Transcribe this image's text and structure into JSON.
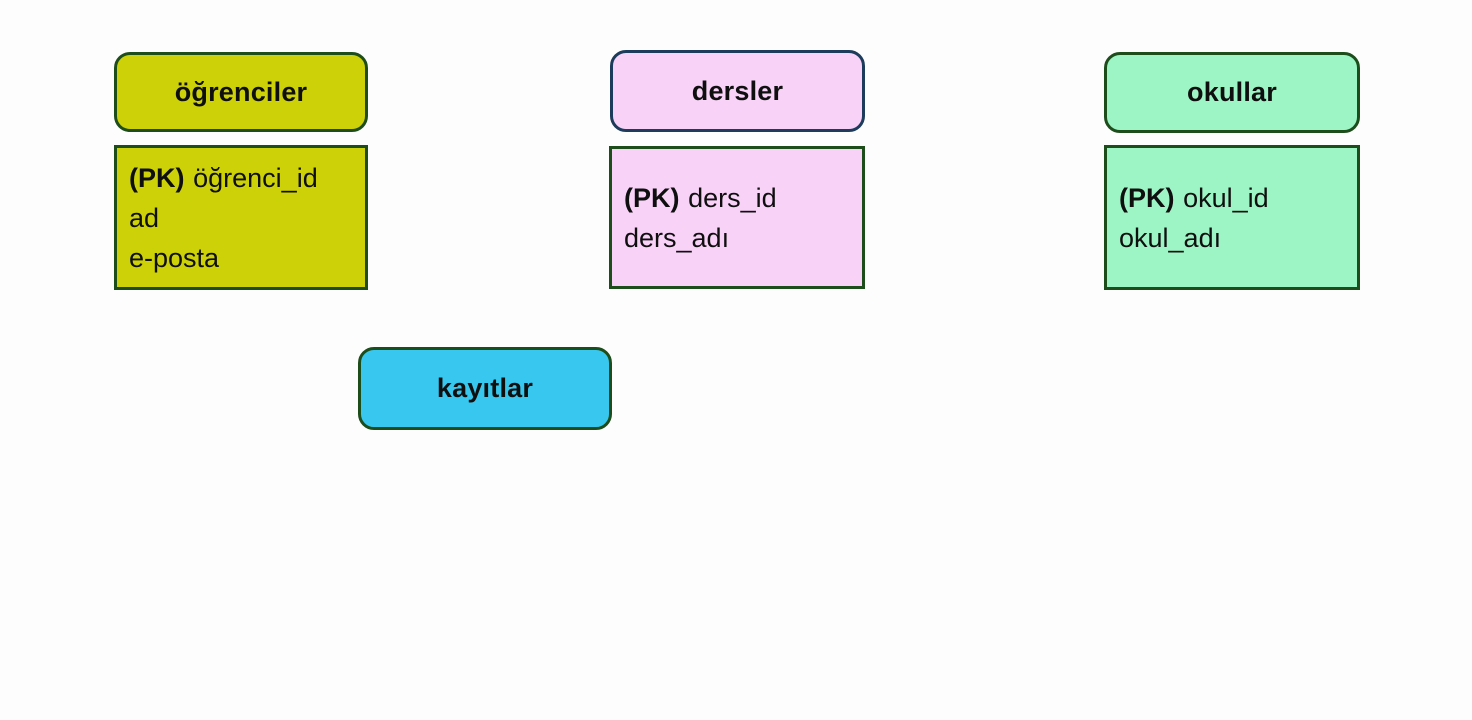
{
  "diagram": {
    "background": "#fdfdfd",
    "text_color": "#0f0f0f",
    "pk_prefix_label": "(PK)",
    "entities": [
      {
        "id": "ogrenciler",
        "title": "öğrenciler",
        "fill": "#cdd107",
        "header_border": "#1e4d1c",
        "body_border": "#1e4d1c",
        "fields": [
          {
            "pk": "(PK)",
            "name": "öğrenci_id"
          },
          {
            "pk": "",
            "name": "ad"
          },
          {
            "pk": "",
            "name": "e-posta"
          }
        ]
      },
      {
        "id": "dersler",
        "title": "dersler",
        "fill": "#f9d2f8",
        "header_border": "#1d3b5a",
        "body_border": "#1e4d1c",
        "fields": [
          {
            "pk": "(PK)",
            "name": "ders_id"
          },
          {
            "pk": "",
            "name": "ders_adı"
          }
        ]
      },
      {
        "id": "okullar",
        "title": "okullar",
        "fill": "#9df5c5",
        "header_border": "#1e4d1c",
        "body_border": "#1e4d1c",
        "fields": [
          {
            "pk": "(PK)",
            "name": "okul_id"
          },
          {
            "pk": "",
            "name": "okul_adı"
          }
        ]
      },
      {
        "id": "kayitlar",
        "title": "kayıtlar",
        "fill": "#38c8ef",
        "header_border": "#1e4d1c",
        "fields": []
      }
    ]
  }
}
